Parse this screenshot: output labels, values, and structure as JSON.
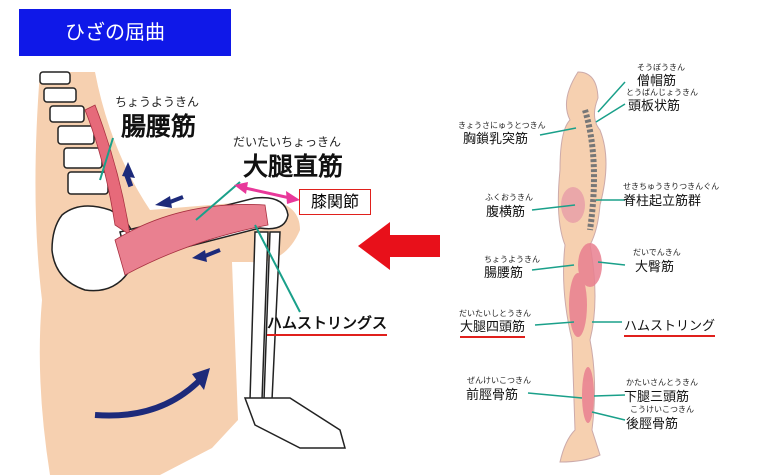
{
  "title": "ひざの屈曲",
  "left_figure": {
    "iliopsoas": {
      "ruby": "ちょうようきん",
      "name": "腸腰筋"
    },
    "rectus_femoris": {
      "ruby": "だいたいちょっきん",
      "name": "大腿直筋"
    },
    "knee_joint": "膝関節",
    "hamstrings": "ハムストリングス"
  },
  "right_figure": {
    "labels": [
      {
        "ruby": "そうぼうきん",
        "name": "僧帽筋"
      },
      {
        "ruby": "とうばんじょうきん",
        "name": "頭板状筋"
      },
      {
        "ruby": "きょうさにゅうとつきん",
        "name": "胸鎖乳突筋"
      },
      {
        "ruby": "ふくおうきん",
        "name": "腹横筋"
      },
      {
        "ruby": "せきちゅうきりつきんぐん",
        "name": "脊柱起立筋群"
      },
      {
        "ruby": "ちょうようきん",
        "name": "腸腰筋"
      },
      {
        "ruby": "だいでんきん",
        "name": "大臀筋"
      },
      {
        "ruby": "だいたいしとうきん",
        "name": "大腿四頭筋"
      },
      {
        "ruby": "",
        "name": "ハムストリング"
      },
      {
        "ruby": "ぜんけいこつきん",
        "name": "前脛骨筋"
      },
      {
        "ruby": "かたいさんとうきん",
        "name": "下腿三頭筋"
      },
      {
        "ruby": "こうけいこつきん",
        "name": "後脛骨筋"
      }
    ]
  },
  "colors": {
    "title_bg": "#0f18e8",
    "arrow_red": "#e8101a",
    "arrow_navy": "#1d2a7a",
    "muscle": "#e66a7a",
    "skin": "#f5cba7",
    "leader": "#1aa08a",
    "pink": "#e8389a"
  }
}
